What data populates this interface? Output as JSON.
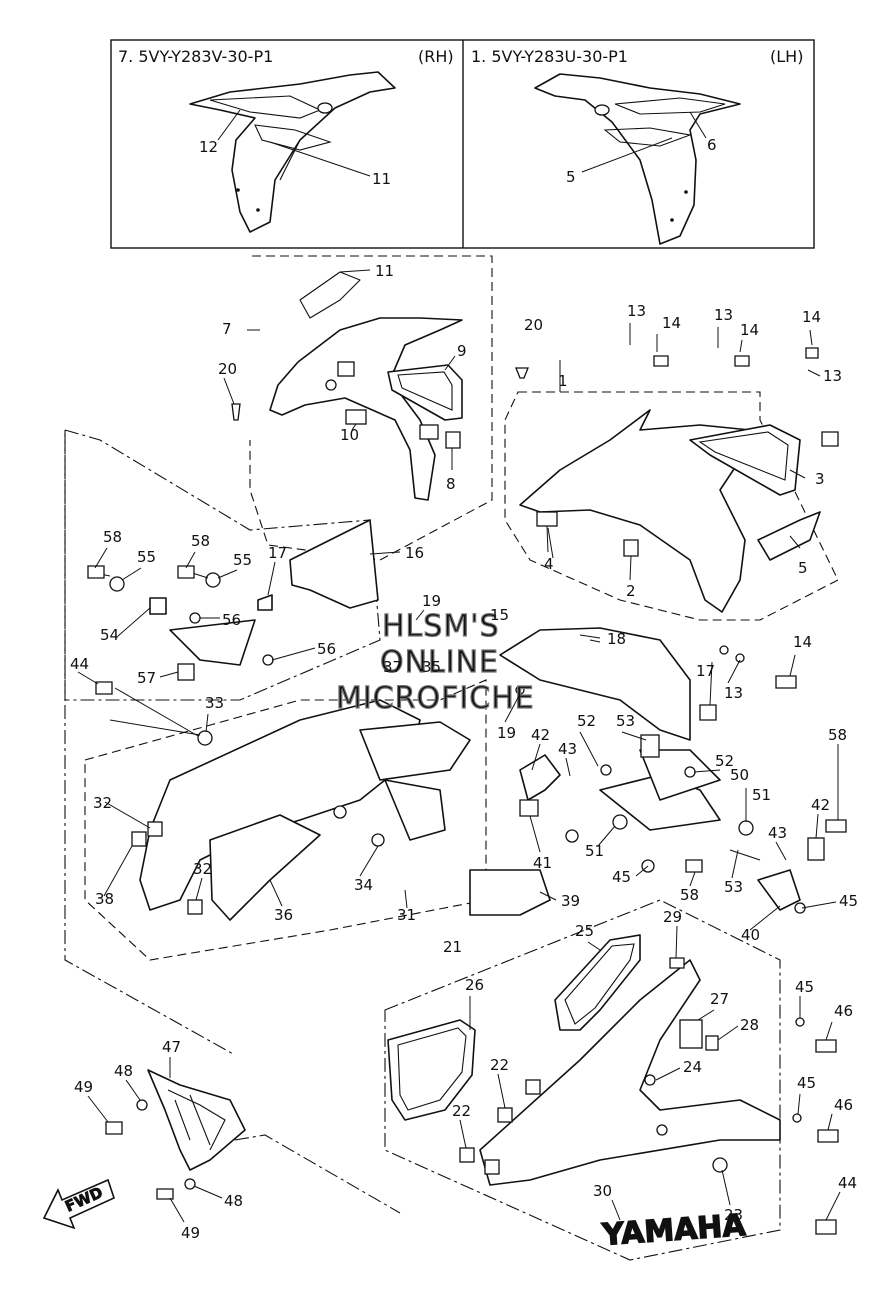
{
  "header": {
    "rh_label": "7. 5VY-Y283V-30-P1",
    "rh_side": "(RH)",
    "lh_label": "1. 5VY-Y283U-30-P1",
    "lh_side": "(LH)"
  },
  "watermark": {
    "line1": "HLSM'S",
    "line2": "ONLINE",
    "line3": "MICROFICHE"
  },
  "brand_decal": "YAMAHA",
  "fwd_arrow": "FWD",
  "callouts": {
    "c1": "1",
    "c2": "2",
    "c3": "3",
    "c4": "4",
    "c5a": "5",
    "c5b": "5",
    "c6": "6",
    "c7": "7",
    "c8": "8",
    "c9": "9",
    "c10": "10",
    "c11a": "11",
    "c11b": "11",
    "c12": "12",
    "c13a": "13",
    "c13b": "13",
    "c13c": "13",
    "c13d": "13",
    "c14a": "14",
    "c14b": "14",
    "c14c": "14",
    "c14d": "14",
    "c15": "15",
    "c16": "16",
    "c17a": "17",
    "c17b": "17",
    "c18": "18",
    "c19a": "19",
    "c19b": "19",
    "c20a": "20",
    "c20b": "20",
    "c21": "21",
    "c22a": "22",
    "c22b": "22",
    "c23": "23",
    "c24": "24",
    "c25": "25",
    "c26": "26",
    "c27": "27",
    "c28": "28",
    "c29": "29",
    "c30": "30",
    "c31": "31",
    "c32a": "32",
    "c32b": "32",
    "c33": "33",
    "c34": "34",
    "c35": "35",
    "c36": "36",
    "c37": "37",
    "c38": "38",
    "c39": "39",
    "c40": "40",
    "c41": "41",
    "c42a": "42",
    "c42b": "42",
    "c43a": "43",
    "c43b": "43",
    "c44a": "44",
    "c44b": "44",
    "c45a": "45",
    "c45b": "45",
    "c45c": "45",
    "c45d": "45",
    "c46a": "46",
    "c46b": "46",
    "c47": "47",
    "c48a": "48",
    "c48b": "48",
    "c49a": "49",
    "c49b": "49",
    "c50": "50",
    "c51a": "51",
    "c51b": "51",
    "c52a": "52",
    "c52b": "52",
    "c53a": "53",
    "c53b": "53",
    "c54": "54",
    "c55a": "55",
    "c55b": "55",
    "c56a": "56",
    "c56b": "56",
    "c57": "57",
    "c58a": "58",
    "c58b": "58",
    "c58c": "58",
    "c58d": "58"
  }
}
